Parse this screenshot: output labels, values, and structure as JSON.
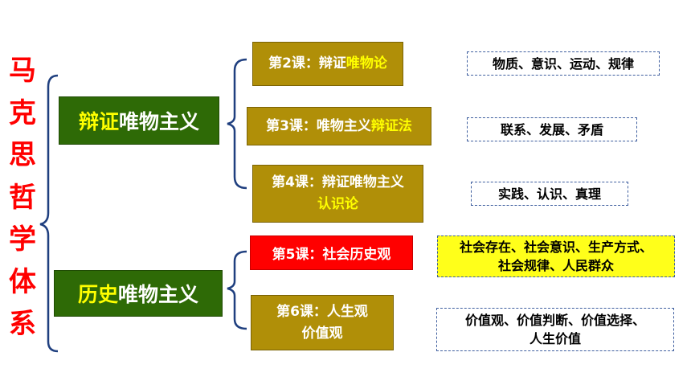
{
  "title_chars": [
    "马",
    "克",
    "思",
    "哲",
    "学",
    "体",
    "系"
  ],
  "branches": {
    "dialectical": {
      "highlight": "辩证",
      "rest": "唯物主义"
    },
    "historical": {
      "highlight": "历史",
      "rest": "唯物主义"
    }
  },
  "lessons": {
    "l2": {
      "prefix": "第2课：辩证",
      "highlight": "唯物论"
    },
    "l3": {
      "prefix": "第3课：唯物主义",
      "highlight": "辩证法"
    },
    "l4": {
      "line1": "第4课：辩证唯物主义",
      "highlight": "认识论"
    },
    "l5": {
      "text": "第5课：社会历史观"
    },
    "l6": {
      "line1": "第6课：人生观",
      "line2": "价值观"
    }
  },
  "keywords": {
    "l2": "物质、意识、运动、规律",
    "l3": "联系、发展、矛盾",
    "l4": "实践、认识、真理",
    "l5": {
      "line1": "社会存在、社会意识、生产方式、",
      "line2": "社会规律、人民群众"
    },
    "l6": {
      "line1": "价值观、价值判断、价值选择、",
      "line2": "人生价值"
    }
  },
  "colors": {
    "title": "#ff0000",
    "branch_box": "#2e6a06",
    "lesson_box": "#b08f08",
    "lesson5_box": "#ff0000",
    "highlight_text": "#ffff00",
    "bracket": "#1f3f7f",
    "keyword_border": "#3f5f9f",
    "keyword5_fill": "#ffff1a"
  }
}
